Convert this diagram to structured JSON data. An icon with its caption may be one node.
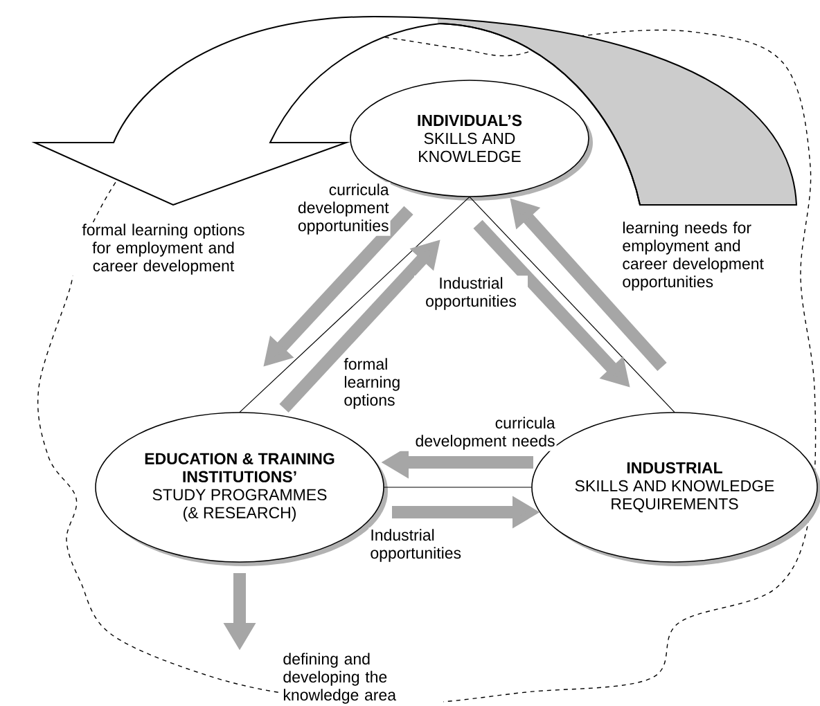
{
  "diagram": {
    "nodes": [
      {
        "text": [
          "INDIVIDUAL’S",
          "SKILLS AND KNOWLEDGE"
        ]
      },
      {
        "text": [
          "EDUCATION & TRAINING INSTITUTIONS’",
          "STUDY PROGRAMMES (& RESEARCH)"
        ]
      },
      {
        "text": [
          "INDUSTRIAL",
          "SKILLS AND KNOWLEDGE REQUIREMENTS"
        ]
      }
    ],
    "edges": [
      {
        "from": 0,
        "to": 1,
        "arrow": "none",
        "color": "#000000"
      },
      {
        "from": 0,
        "to": 2,
        "arrow": "none",
        "color": "#000000"
      },
      {
        "from": 1,
        "to": 2,
        "arrow": "none",
        "color": "#000000"
      },
      {
        "from": 0,
        "to": 1,
        "arrow": "to",
        "label": "curricula development opportunities"
      },
      {
        "from": 1,
        "to": 0,
        "arrow": "to",
        "label": "formal learning options"
      },
      {
        "from": 0,
        "to": 2,
        "arrow": "to",
        "label": "Industrial opportunities"
      },
      {
        "from": 2,
        "to": 0,
        "arrow": "to",
        "label": "learning needs for employment and career development opportunities"
      },
      {
        "from": 2,
        "to": 1,
        "arrow": "to",
        "label": "curricula development needs"
      },
      {
        "from": 1,
        "to": 2,
        "arrow": "to",
        "label": "Industrial opportunities"
      },
      {
        "from": 1,
        "to": null,
        "arrow": "to",
        "label": "defining and developing the knowledge area"
      }
    ],
    "labels": [
      "formal learning options for employment and career development"
    ]
  }
}
